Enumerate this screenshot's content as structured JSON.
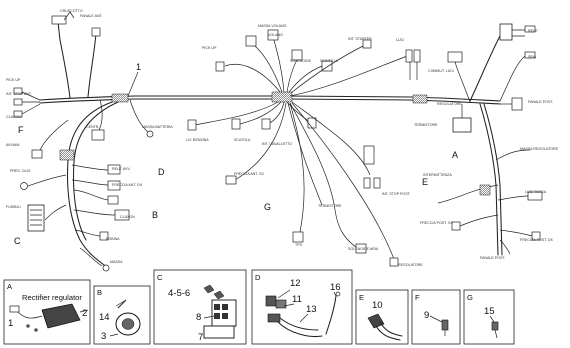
{
  "diagram": {
    "harness_labels": [
      "CRUSCOTTO\nDASHBOARD",
      "FANALE ANT.\nHEAD LIGHT",
      "MASSA VOLANO\nFLYWHEEL GROUND",
      "VOLANO\nFLYWHEEL",
      "INT. STARTER\nSTARTER SWITCH",
      "LUCI TARGA\nPLATE LIGHT",
      "FRECCIA ANT. DX\nFRONT RH INDICATOR",
      "MASSA BATTERIA\nBATTERY GROUND",
      "INT. STOP POST.\nREAR STOP SWITCH",
      "SOLENOIDE ARIA\nAIR SOLENOID",
      "REGOLATORE\nREGULATOR",
      "INT. CAVALLETTO\nSIDE STAND SWITCH",
      "INTERMITTENZA\nFLASHER UNIT",
      "CENTRALINA\nCONTROL UNIT",
      "FANALE POST.\nTAIL LIGHT",
      "FRECCIA POST. SX\nREAR LH INDICATOR",
      "FRECCIA POST. DX\nREAR RH INDICATOR",
      "BOBINA\nH.T. COIL",
      "CLAXON\nHORN",
      "RELE' AVV.\nSTARTER RELAY",
      "PRESSOSTATO OLIO\nOIL PRESS. SWITCH",
      "LIV. BENZINA\nFUEL LEVEL",
      "TERMISTORE\nTHERMISTOR",
      "FUSIBILI\nFUSES",
      "COMMUT. LUCI\nLIGHT SWITCH",
      "PICK UP\nPICK UP",
      "SCINTILLA\nSPARK"
    ],
    "callout_letters": [
      "1",
      "A",
      "B",
      "C",
      "D",
      "E",
      "F",
      "G"
    ],
    "detail_panels": [
      {
        "letter": "A",
        "caption": "Rectifier regulator",
        "items": [
          "1",
          "2"
        ]
      },
      {
        "letter": "B",
        "items": [
          "14",
          "3"
        ]
      },
      {
        "letter": "C",
        "items": [
          "4-5-6",
          "8",
          "7"
        ]
      },
      {
        "letter": "D",
        "items": [
          "12",
          "11",
          "13",
          "16"
        ]
      },
      {
        "letter": "E",
        "items": [
          "10"
        ]
      },
      {
        "letter": "F",
        "items": [
          "9"
        ]
      },
      {
        "letter": "G",
        "items": [
          "15"
        ]
      }
    ]
  }
}
